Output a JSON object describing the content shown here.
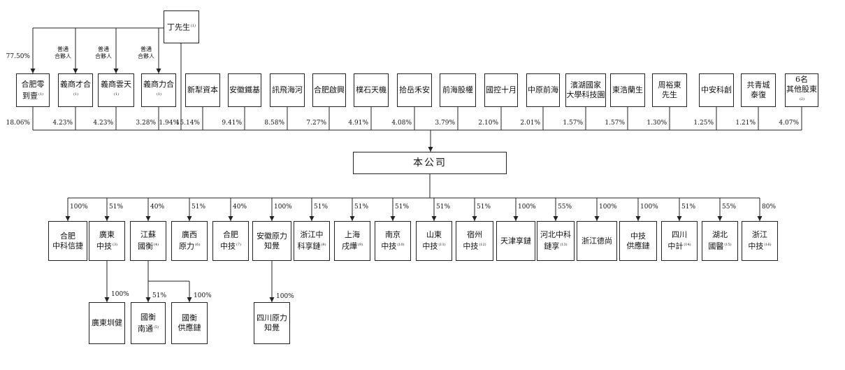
{
  "top_person": {
    "name": "丁先生",
    "note": "(1)"
  },
  "shareholders": [
    {
      "name": "合肥零\n到壹",
      "note": "(1)",
      "pct": "18.06%"
    },
    {
      "name": "義商才合",
      "note": "(1)",
      "pct": "4.23%"
    },
    {
      "name": "義商雲天",
      "note": "(1)",
      "pct": "4.23%"
    },
    {
      "name": "義商力合",
      "note": "(1)",
      "pct": "3.28%"
    },
    {
      "name": "新犁資本",
      "note": "",
      "pct": "15.14%"
    },
    {
      "name": "安徽鐵基",
      "note": "",
      "pct": "9.41%"
    },
    {
      "name": "訊飛海河",
      "note": "",
      "pct": "8.58%"
    },
    {
      "name": "合肥啟興",
      "note": "",
      "pct": "7.27%"
    },
    {
      "name": "樸石天機",
      "note": "",
      "pct": "4.91%"
    },
    {
      "name": "拾岳禾安",
      "note": "",
      "pct": "4.08%"
    },
    {
      "name": "前海股權",
      "note": "",
      "pct": "3.79%"
    },
    {
      "name": "國控十月",
      "note": "",
      "pct": "2.10%"
    },
    {
      "name": "中原前海",
      "note": "",
      "pct": "2.01%"
    },
    {
      "name": "濱湖國家\n大學科技園",
      "note": "",
      "pct": "1.57%"
    },
    {
      "name": "東浩蘭生",
      "note": "",
      "pct": "1.57%"
    },
    {
      "name": "周裕東\n先生",
      "note": "",
      "pct": "1.30%"
    },
    {
      "name": "中安科創",
      "note": "",
      "pct": "1.25%"
    },
    {
      "name": "共青城\n泰復",
      "note": "",
      "pct": "1.21%"
    },
    {
      "name": "6名\n其他股東",
      "note": "(2)",
      "pct": "4.07%"
    }
  ],
  "person_direct_pct": "1.94%",
  "person_links": [
    {
      "pct": "77.50%",
      "note": ""
    },
    {
      "pct": "",
      "note": "普通\n合夥人"
    },
    {
      "pct": "",
      "note": "普通\n合夥人"
    },
    {
      "pct": "",
      "note": "普通\n合夥人"
    }
  ],
  "company": {
    "name": "本公司"
  },
  "subsidiaries": [
    {
      "name": "合肥\n中科信捷",
      "note": "",
      "pct": "100%"
    },
    {
      "name": "廣東\n中技",
      "note": "(3)",
      "pct": "51%"
    },
    {
      "name": "江蘇\n國衡",
      "note": "(4)",
      "pct": "40%"
    },
    {
      "name": "廣西\n原力",
      "note": "(6)",
      "pct": "51%"
    },
    {
      "name": "合肥\n中技",
      "note": "(7)",
      "pct": "40%"
    },
    {
      "name": "安徽原力\n知覺",
      "note": "",
      "pct": "100%"
    },
    {
      "name": "浙江中\n科享鏈",
      "note": "(8)",
      "pct": "51%"
    },
    {
      "name": "上海\n戌燁",
      "note": "(9)",
      "pct": "51%"
    },
    {
      "name": "南京\n中技",
      "note": "(10)",
      "pct": "51%"
    },
    {
      "name": "山東\n中技",
      "note": "(11)",
      "pct": "51%"
    },
    {
      "name": "宿州\n中技",
      "note": "(12)",
      "pct": "51%"
    },
    {
      "name": "天津享鏈",
      "note": "",
      "pct": "100%"
    },
    {
      "name": "河北中科\n鏈享",
      "note": "(13)",
      "pct": "55%"
    },
    {
      "name": "浙江德尚",
      "note": "",
      "pct": "100%"
    },
    {
      "name": "中技\n供應鏈",
      "note": "",
      "pct": "100%"
    },
    {
      "name": "四川\n中計",
      "note": "(14)",
      "pct": "51%"
    },
    {
      "name": "湖北\n國醫",
      "note": "(15)",
      "pct": "55%"
    },
    {
      "name": "浙江\n中技",
      "note": "(16)",
      "pct": "80%"
    }
  ],
  "sub_subsidiaries": [
    {
      "name": "廣東圳健",
      "note": "",
      "pct": "100%",
      "parent": 1
    },
    {
      "name": "國衡\n南通",
      "note": "(5)",
      "pct": "51%",
      "parent": 2
    },
    {
      "name": "國衡\n供應鏈",
      "note": "",
      "pct": "100%",
      "parent": 2
    },
    {
      "name": "四川原力\n知覺",
      "note": "",
      "pct": "100%",
      "parent": 5
    }
  ]
}
